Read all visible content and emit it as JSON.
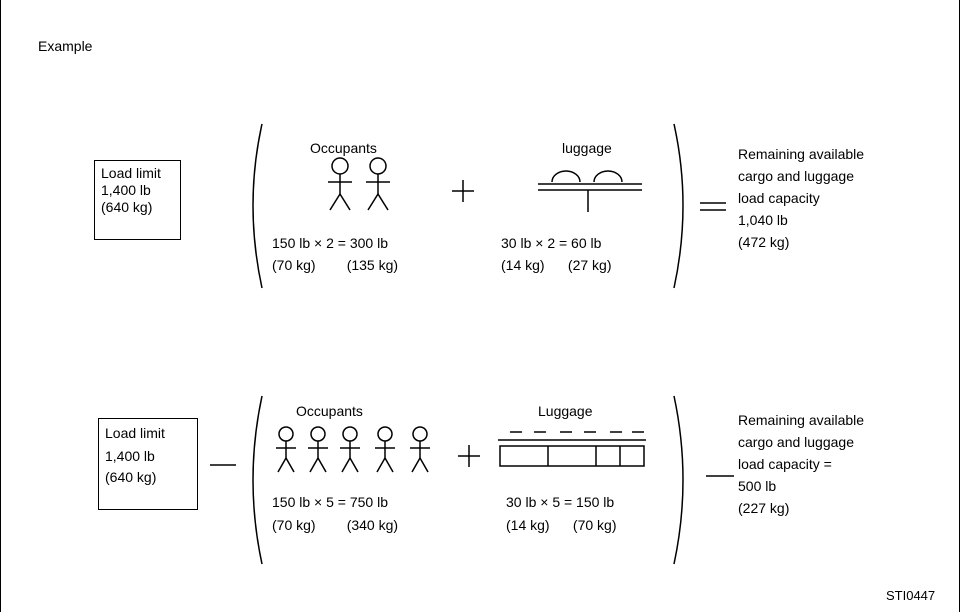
{
  "title": "Example",
  "figure_id": "STI0447",
  "example1": {
    "load_limit": [
      "Load limit",
      "1,400 lb",
      "(640 kg)"
    ],
    "occupants_label": "Occupants",
    "occupants_calc": [
      "150 lb × 2 = 300 lb",
      "(70 kg)        (135 kg)"
    ],
    "luggage_label": "luggage",
    "luggage_calc": [
      "30 lb × 2 = 60 lb",
      "(14 kg)      (27 kg)"
    ],
    "operator": "=",
    "result": [
      "Remaining available",
      "cargo and luggage",
      "load capacity",
      "1,040 lb",
      "(472 kg)"
    ]
  },
  "example2": {
    "load_limit": [
      "Load limit",
      "1,400 lb",
      "(640 kg)"
    ],
    "occupants_label": "Occupants",
    "occupants_calc": [
      "150 lb × 5 = 750 lb",
      "(70 kg)        (340 kg)"
    ],
    "luggage_label": "Luggage",
    "luggage_calc": [
      "30 lb × 5 = 150 lb",
      "(14 kg)      (70 kg)"
    ],
    "result": [
      "Remaining available",
      "cargo and luggage",
      "load capacity =",
      "500 lb",
      "(227 kg)"
    ]
  }
}
